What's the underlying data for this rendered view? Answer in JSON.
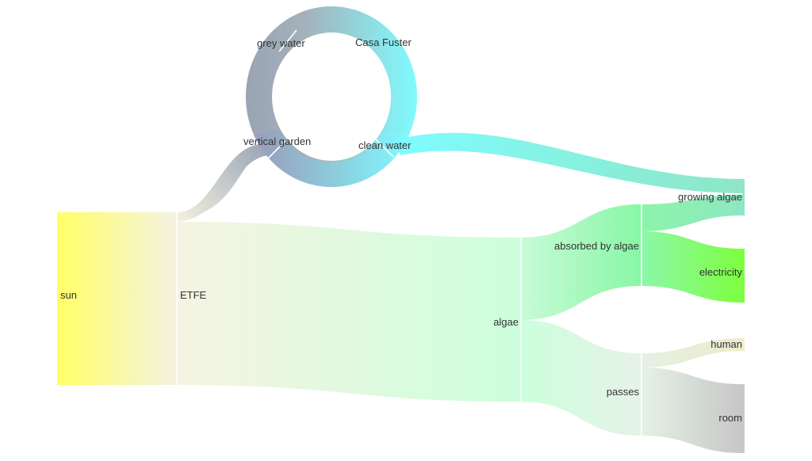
{
  "diagram": {
    "type": "sankey",
    "nodes": {
      "sun": "sun",
      "etfe": "ETFE",
      "algae": "algae",
      "absorbed": "absorbed by algae",
      "passes": "passes",
      "growing": "growing algae",
      "electricity": "electricity",
      "human": "human",
      "room": "room"
    },
    "loop": {
      "grey_water": "grey water",
      "casa_fuster": "Casa Fuster",
      "vertical_garden": "vertical garden",
      "clean_water": "clean water"
    }
  },
  "colors": {
    "sun": "#ffff66",
    "etfe": "#f5f2e0",
    "algae": "#ccffdd",
    "absorbed": "#88f7a6",
    "growing": "#7ee6c0",
    "electricity": "#7dff3f",
    "passes": "#e6f2e6",
    "human": "#eeeecc",
    "room": "#c8c8c8",
    "ring_grey": "#9aa4b4",
    "ring_cyan": "#7ffcff"
  }
}
